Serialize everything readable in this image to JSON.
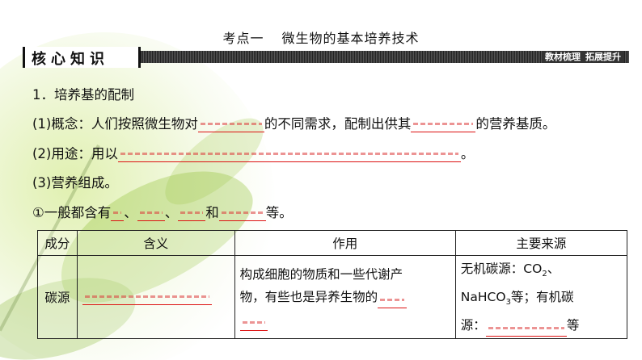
{
  "title": {
    "part1": "考点一",
    "part2": "微生物的基本培养技术"
  },
  "header": {
    "tag": "核心知识",
    "right1": "教材梳理",
    "right2": "拓展提升"
  },
  "section": {
    "heading": "1．培养基的配制"
  },
  "lines": {
    "concept_prefix": "(1)概念：人们按照微生物对",
    "concept_mid": "的不同需求，配制出供其",
    "concept_suffix": "的营养基质。",
    "use_prefix": "(2)用途：用以",
    "use_suffix": "。",
    "composition": "(3)营养组成。",
    "general_prefix": "①一般都含有",
    "sep": "、",
    "and": "和",
    "etc": "等。"
  },
  "table": {
    "headers": [
      "成分",
      "含义",
      "作用",
      "主要来源"
    ],
    "row_label": "碳源",
    "effect_line1": "构成细胞的物质和一些代谢产",
    "effect_line2": "物，有些也是异养生物的",
    "source_line1_a": "无机碳源：CO",
    "source_line1_sub": "2",
    "source_line1_b": "、",
    "source_line2_a": "NaHCO",
    "source_line2_sub": "3",
    "source_line2_b": "等；有机碳",
    "source_line3_a": "源：",
    "source_line3_b": "等"
  }
}
